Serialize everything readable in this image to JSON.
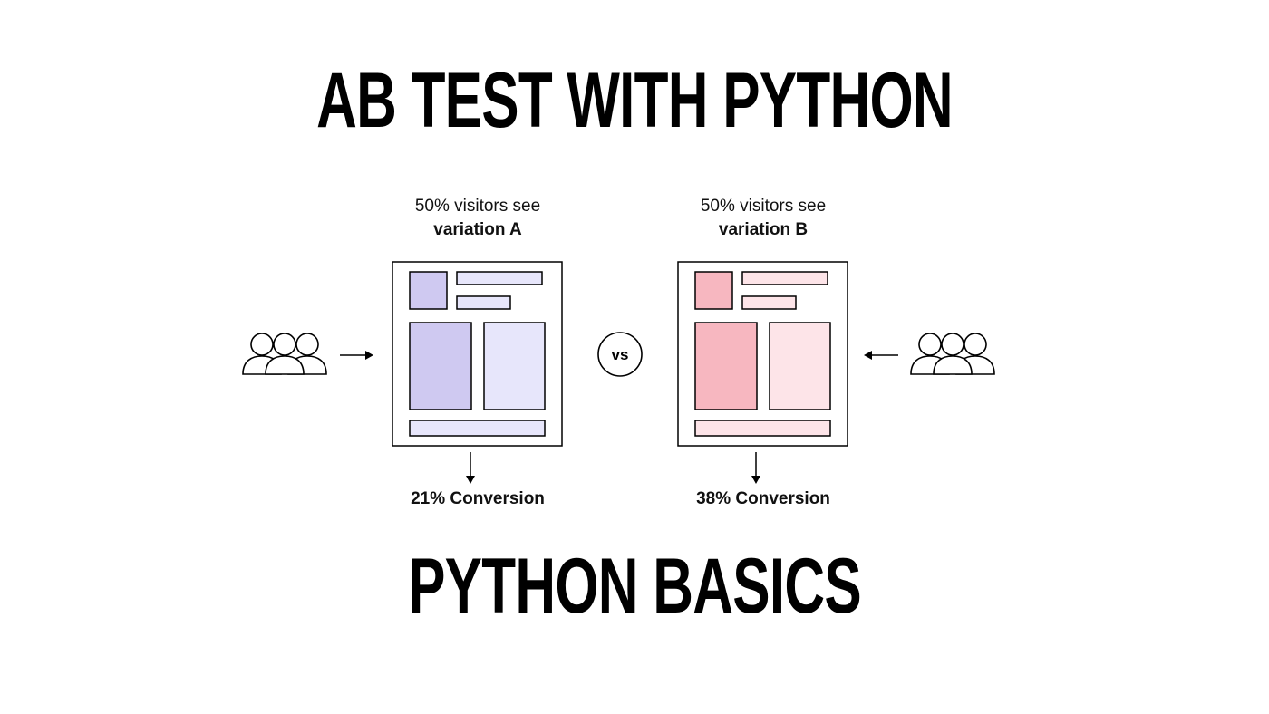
{
  "title": "AB TEST WITH PYTHON",
  "subtitle": "PYTHON BASICS",
  "vs_label": "vs",
  "variation_a": {
    "caption_line1": "50% visitors see",
    "caption_line2": "variation A",
    "conversion": "21% Conversion",
    "colors": {
      "dark": "#cfc9f1",
      "light": "#e7e6fb"
    }
  },
  "variation_b": {
    "caption_line1": "50% visitors see",
    "caption_line2": "variation B",
    "conversion": "38% Conversion",
    "colors": {
      "dark": "#f7b7c0",
      "light": "#fde4e8"
    }
  },
  "icons": {
    "left_group": "user-group-icon",
    "right_group": "user-group-icon",
    "arrow_in_left": "arrow-right-icon",
    "arrow_in_right": "arrow-left-icon",
    "arrow_down": "arrow-down-icon"
  }
}
